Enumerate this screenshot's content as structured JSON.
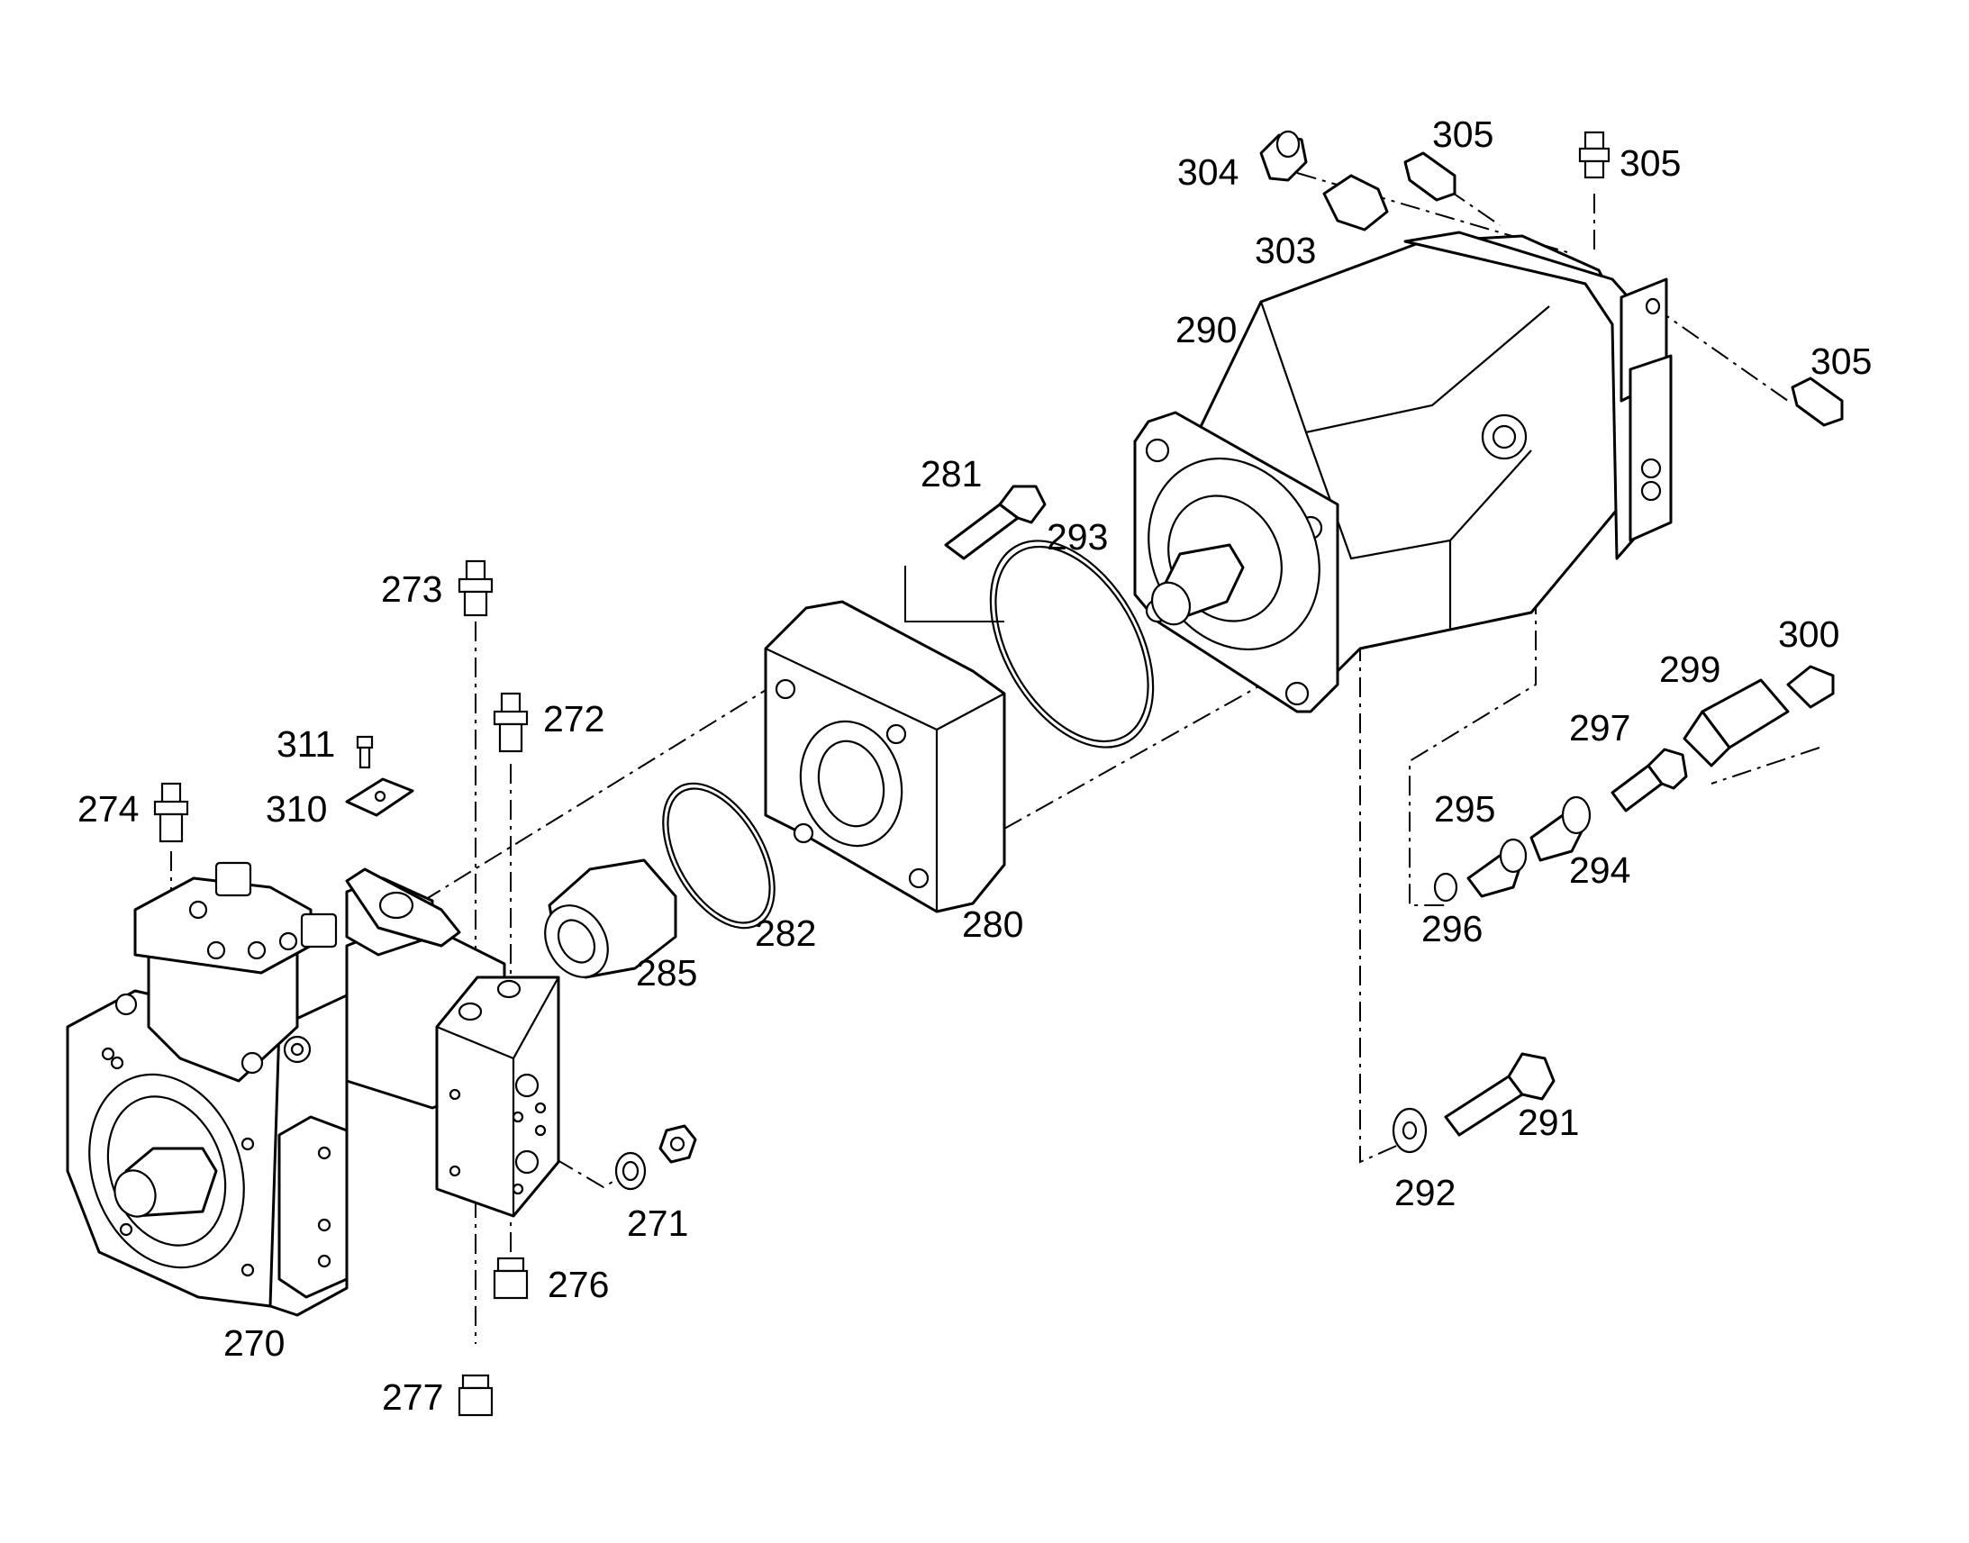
{
  "diagram": {
    "colors": {
      "line": "#000000",
      "background": "#ffffff"
    },
    "callouts": {
      "c270": "270",
      "c271": "271",
      "c272": "272",
      "c273": "273",
      "c274": "274",
      "c276": "276",
      "c277": "277",
      "c280": "280",
      "c281": "281",
      "c282": "282",
      "c285": "285",
      "c290": "290",
      "c291": "291",
      "c292": "292",
      "c293": "293",
      "c294": "294",
      "c295": "295",
      "c296": "296",
      "c297": "297",
      "c299": "299",
      "c300": "300",
      "c303": "303",
      "c304": "304",
      "c305a": "305",
      "c305b": "305",
      "c305c": "305",
      "c310": "310",
      "c311": "311"
    }
  }
}
